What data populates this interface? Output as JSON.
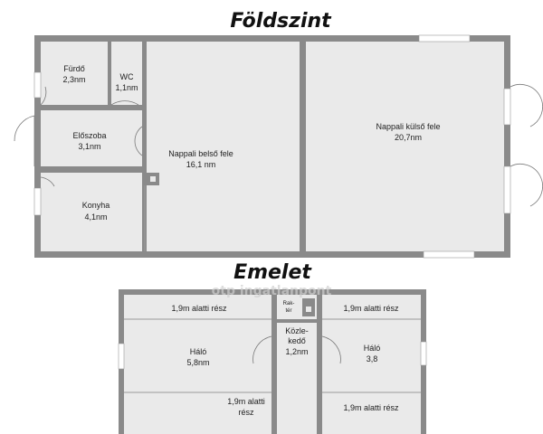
{
  "ground_floor": {
    "title": "Földszint",
    "rooms": [
      {
        "name": "Fürdő",
        "area": "2,3nm"
      },
      {
        "name": "WC",
        "area": "1,1nm"
      },
      {
        "name": "Előszoba",
        "area": "3,1nm"
      },
      {
        "name": "Konyha",
        "area": "4,1nm"
      },
      {
        "name": "Nappali belső fele",
        "area": "16,1 nm"
      },
      {
        "name": "Nappali külső fele",
        "area": "20,7nm"
      }
    ]
  },
  "upper_floor": {
    "title": "Emelet",
    "rooms": [
      {
        "name": "Háló",
        "area": "5,8nm"
      },
      {
        "name": "Közle-",
        "area": "kedő"
      },
      {
        "name": "Háló",
        "area": "3,8"
      }
    ],
    "corridor_area": "1,2nm",
    "storage": {
      "line1": "Rak-",
      "line2": "tér"
    },
    "low_zone_label": "1,9m alatti rész",
    "low_zone_split": {
      "line1": "1,9m alatti",
      "line2": "rész"
    }
  },
  "watermark": "otp ingatlanpont"
}
